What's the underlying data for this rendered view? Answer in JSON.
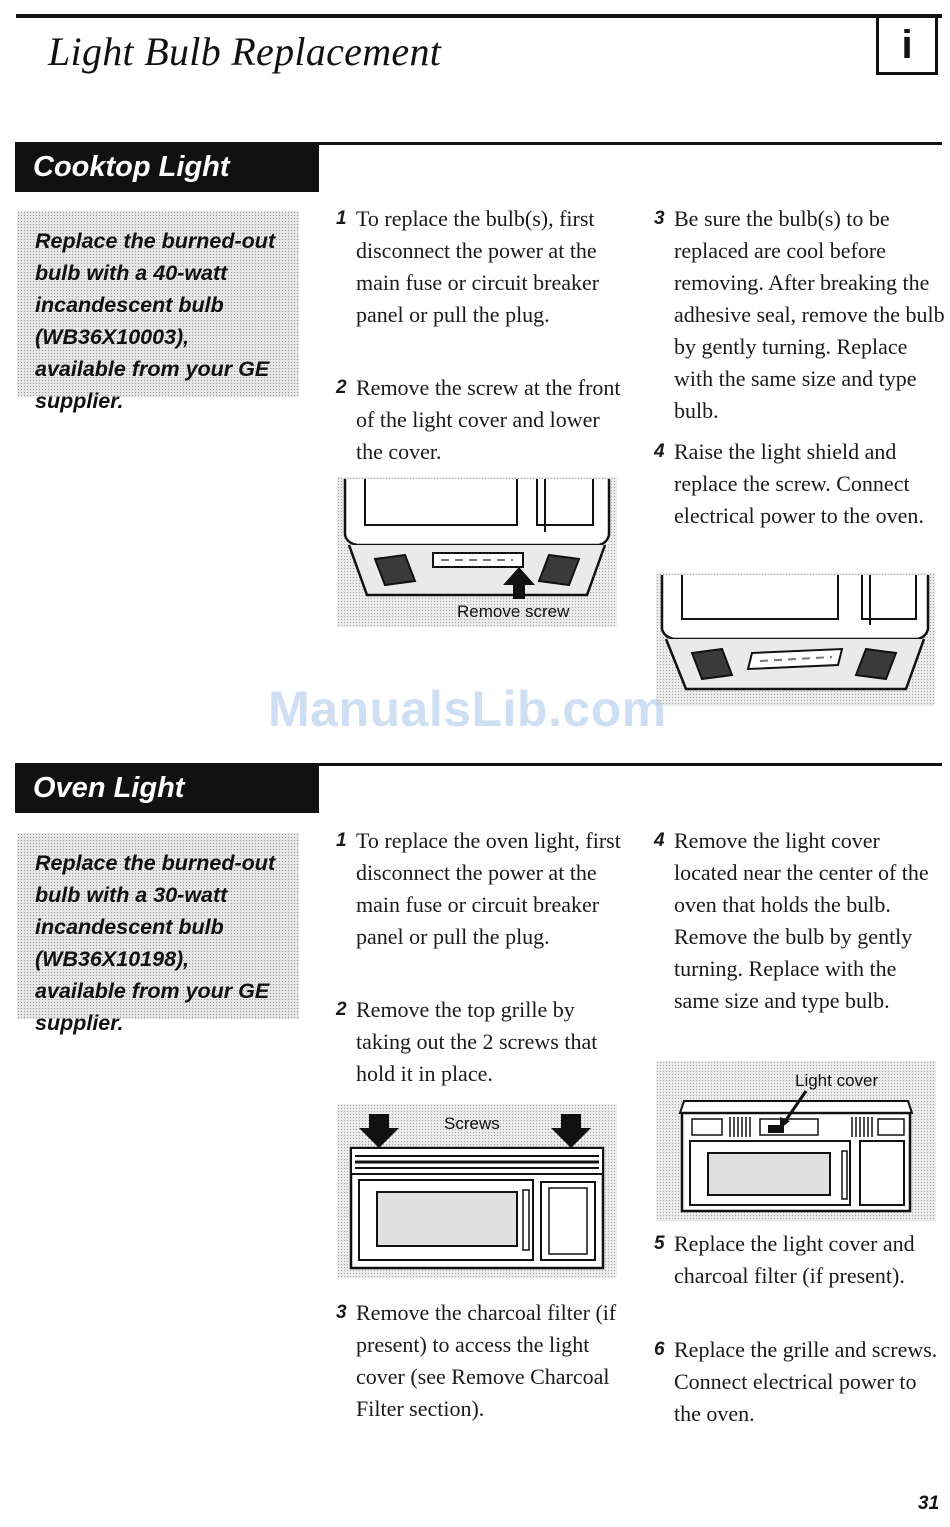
{
  "header": {
    "title": "Light Bulb Replacement",
    "info_icon_glyph": "i"
  },
  "cooktop": {
    "heading": "Cooktop Light",
    "note": "Replace the burned-out bulb with a 40-watt incandescent bulb (WB36X10003), available from your GE supplier.",
    "steps": [
      {
        "num": "1",
        "text": "To replace the bulb(s), first disconnect the power at the main fuse or circuit breaker panel or pull the plug."
      },
      {
        "num": "2",
        "text": "Remove the screw at the front of the light cover and lower the cover."
      },
      {
        "num": "3",
        "text": "Be sure the bulb(s) to be replaced are cool before removing. After breaking the adhesive seal, remove the bulb by gently turning. Replace with the same size and type bulb."
      },
      {
        "num": "4",
        "text": "Raise the light shield and replace the screw. Connect electrical power to the oven."
      }
    ],
    "figure1_label": "Remove screw"
  },
  "oven": {
    "heading": "Oven Light",
    "note": "Replace the burned-out bulb with a 30-watt incandescent bulb (WB36X10198), available from your GE supplier.",
    "steps": [
      {
        "num": "1",
        "text": "To replace the oven light, first disconnect the power at the main fuse or circuit breaker panel or pull the plug."
      },
      {
        "num": "2",
        "text": "Remove the top grille by taking out the 2 screws that hold it in place."
      },
      {
        "num": "3",
        "text": "Remove the charcoal filter (if present) to access the light cover (see Remove Charcoal Filter section)."
      },
      {
        "num": "4",
        "text": "Remove the light cover located near the center of the oven that holds the bulb. Remove the bulb by gently turning. Replace with the same size and type bulb."
      },
      {
        "num": "5",
        "text": "Replace the light cover and charcoal filter (if present)."
      },
      {
        "num": "6",
        "text": "Replace the grille and screws. Connect electrical power to the oven."
      }
    ],
    "figure1_label": "Screws",
    "figure2_label": "Light cover"
  },
  "watermark": "ManualsLib.com",
  "page_number": "31"
}
